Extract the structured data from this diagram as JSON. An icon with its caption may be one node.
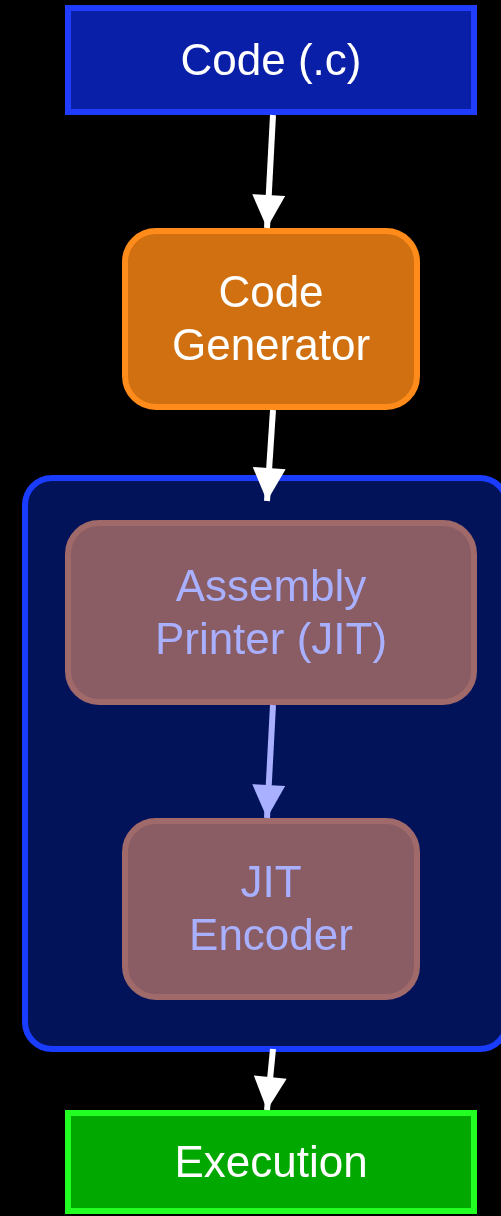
{
  "diagram": {
    "nodes": [
      {
        "text": [
          "Code (.c)"
        ]
      },
      {
        "text": [
          "Code Generator"
        ]
      },
      {
        "text": [],
        "shape": "box"
      },
      {
        "text": [
          "Assembly Printer (JIT)"
        ],
        "in": 2
      },
      {
        "text": [
          "JIT Encoder"
        ],
        "in": 2
      },
      {
        "text": [
          "Execution"
        ]
      }
    ],
    "edges": [
      {
        "from": 0,
        "to": 1,
        "arrow": "to"
      },
      {
        "from": 1,
        "to": 2,
        "arrow": "to"
      },
      {
        "from": 3,
        "to": 4,
        "arrow": "to",
        "color": "#a8b0ff"
      },
      {
        "from": 2,
        "to": 5,
        "arrow": "to"
      }
    ]
  }
}
